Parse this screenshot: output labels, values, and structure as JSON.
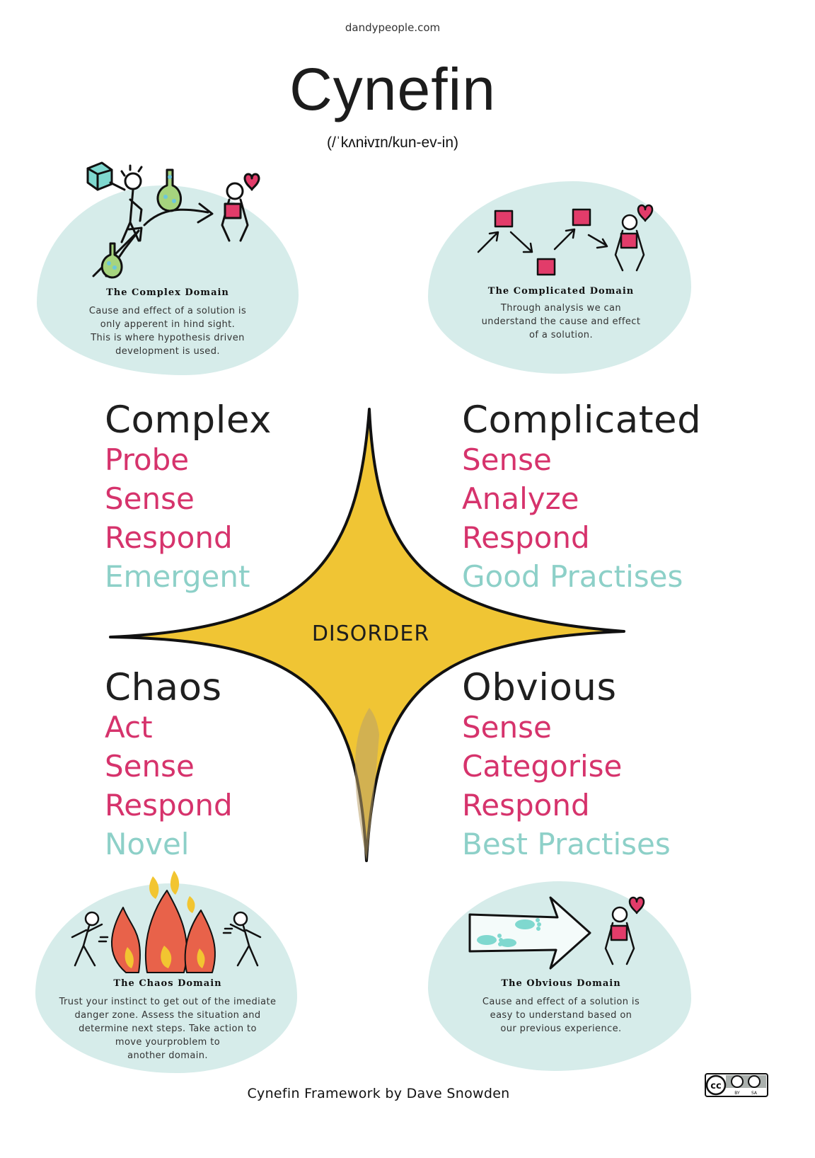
{
  "header": {
    "site": "dandypeople.com",
    "title": "Cynefin",
    "pronunciation": "(/ˈkʌnɨvɪn/kun-ev-in)"
  },
  "domains": {
    "complex": {
      "card_title": "The Complex Domain",
      "card_lines": [
        "Cause and effect of a solution is",
        "only apperent in hind sight.",
        "This is where hypothesis driven",
        "development is used."
      ],
      "heading": "Complex",
      "steps": [
        "Probe",
        "Sense",
        "Respond"
      ],
      "practice": "Emergent"
    },
    "complicated": {
      "card_title": "The Complicated Domain",
      "card_lines": [
        "Through analysis we can",
        "understand the cause and effect",
        "of a solution."
      ],
      "heading": "Complicated",
      "steps": [
        "Sense",
        "Analyze",
        "Respond"
      ],
      "practice": "Good Practises"
    },
    "chaos": {
      "card_title": "The Chaos Domain",
      "card_lines": [
        "Trust your instinct to get out of the imediate",
        "danger zone. Assess the situation and",
        "determine next steps. Take action to",
        "move yourproblem to",
        "another domain."
      ],
      "heading": "Chaos",
      "steps": [
        "Act",
        "Sense",
        "Respond"
      ],
      "practice": "Novel"
    },
    "obvious": {
      "card_title": "The Obvious Domain",
      "card_lines": [
        "Cause and effect of a solution is",
        "easy to understand based on",
        "our previous experience."
      ],
      "heading": "Obvious",
      "steps": [
        "Sense",
        "Categorise",
        "Respond"
      ],
      "practice": "Best Practises"
    }
  },
  "center_label": "DISORDER",
  "footer": {
    "credit": "Cynefin Framework by Dave Snowden",
    "license_marks": [
      "cc",
      "BY",
      "SA"
    ]
  },
  "colors": {
    "accent_pink": "#d6336c",
    "practice_teal": "#8dd0c8",
    "blob_teal": "#d6ecea",
    "disorder_yellow": "#f0c534"
  }
}
